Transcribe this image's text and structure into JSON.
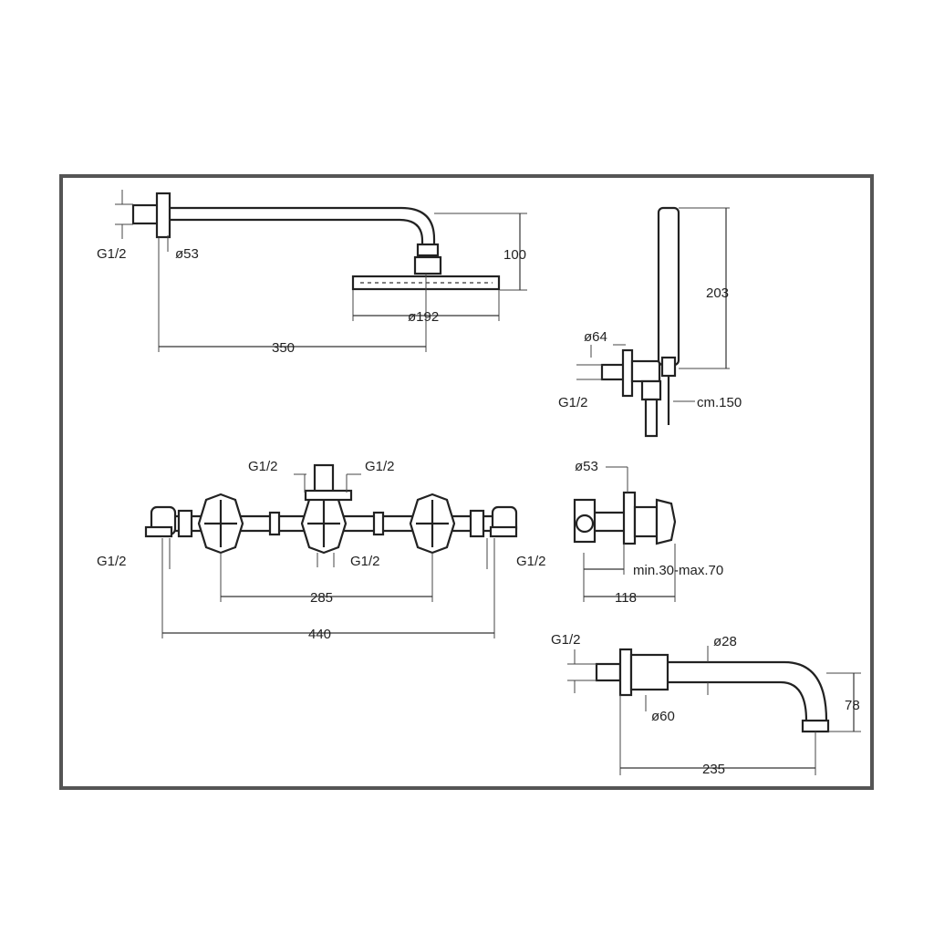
{
  "overhead_shower": {
    "thread": "G1/2",
    "flange_diameter": "ø53",
    "drop": "100",
    "head_diameter": "ø192",
    "arm_length": "350"
  },
  "hand_shower": {
    "flange_diameter": "ø64",
    "thread": "G1/2",
    "height": "203",
    "hose_length": "cm.150"
  },
  "mixer": {
    "top_left_thread": "G1/2",
    "top_right_thread": "G1/2",
    "left_thread": "G1/2",
    "center_thread": "G1/2",
    "right_thread": "G1/2",
    "handle_spacing": "285",
    "overall_width": "440"
  },
  "side_view": {
    "flange_diameter": "ø53",
    "wall_depth": "min.30-max.70",
    "projection": "118"
  },
  "spout": {
    "thread": "G1/2",
    "pipe_diameter": "ø28",
    "flange_diameter": "ø60",
    "height": "78",
    "length": "235"
  }
}
